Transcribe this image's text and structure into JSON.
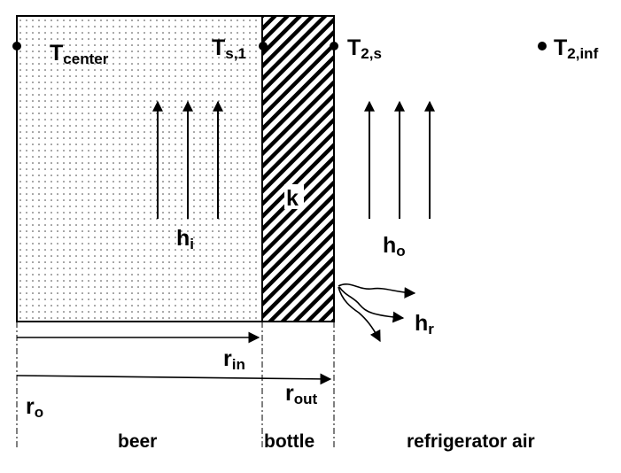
{
  "points": {
    "t_center": {
      "main": "T",
      "sub": "center"
    },
    "t_s1": {
      "main": "T",
      "sub": "s,1"
    },
    "t_2s": {
      "main": "T",
      "sub": "2,s"
    },
    "t_2inf": {
      "main": "T",
      "sub": "2,inf"
    }
  },
  "coefficients": {
    "h_i": {
      "main": "h",
      "sub": "i"
    },
    "h_o": {
      "main": "h",
      "sub": "o"
    },
    "h_r": {
      "main": "h",
      "sub": "r"
    },
    "k": "k"
  },
  "radii": {
    "r_in": {
      "main": "r",
      "sub": "in"
    },
    "r_out": {
      "main": "r",
      "sub": "out"
    },
    "r_o": {
      "main": "r",
      "sub": "o"
    }
  },
  "regions": {
    "beer": "beer",
    "bottle": "bottle",
    "air": "refrigerator air"
  }
}
